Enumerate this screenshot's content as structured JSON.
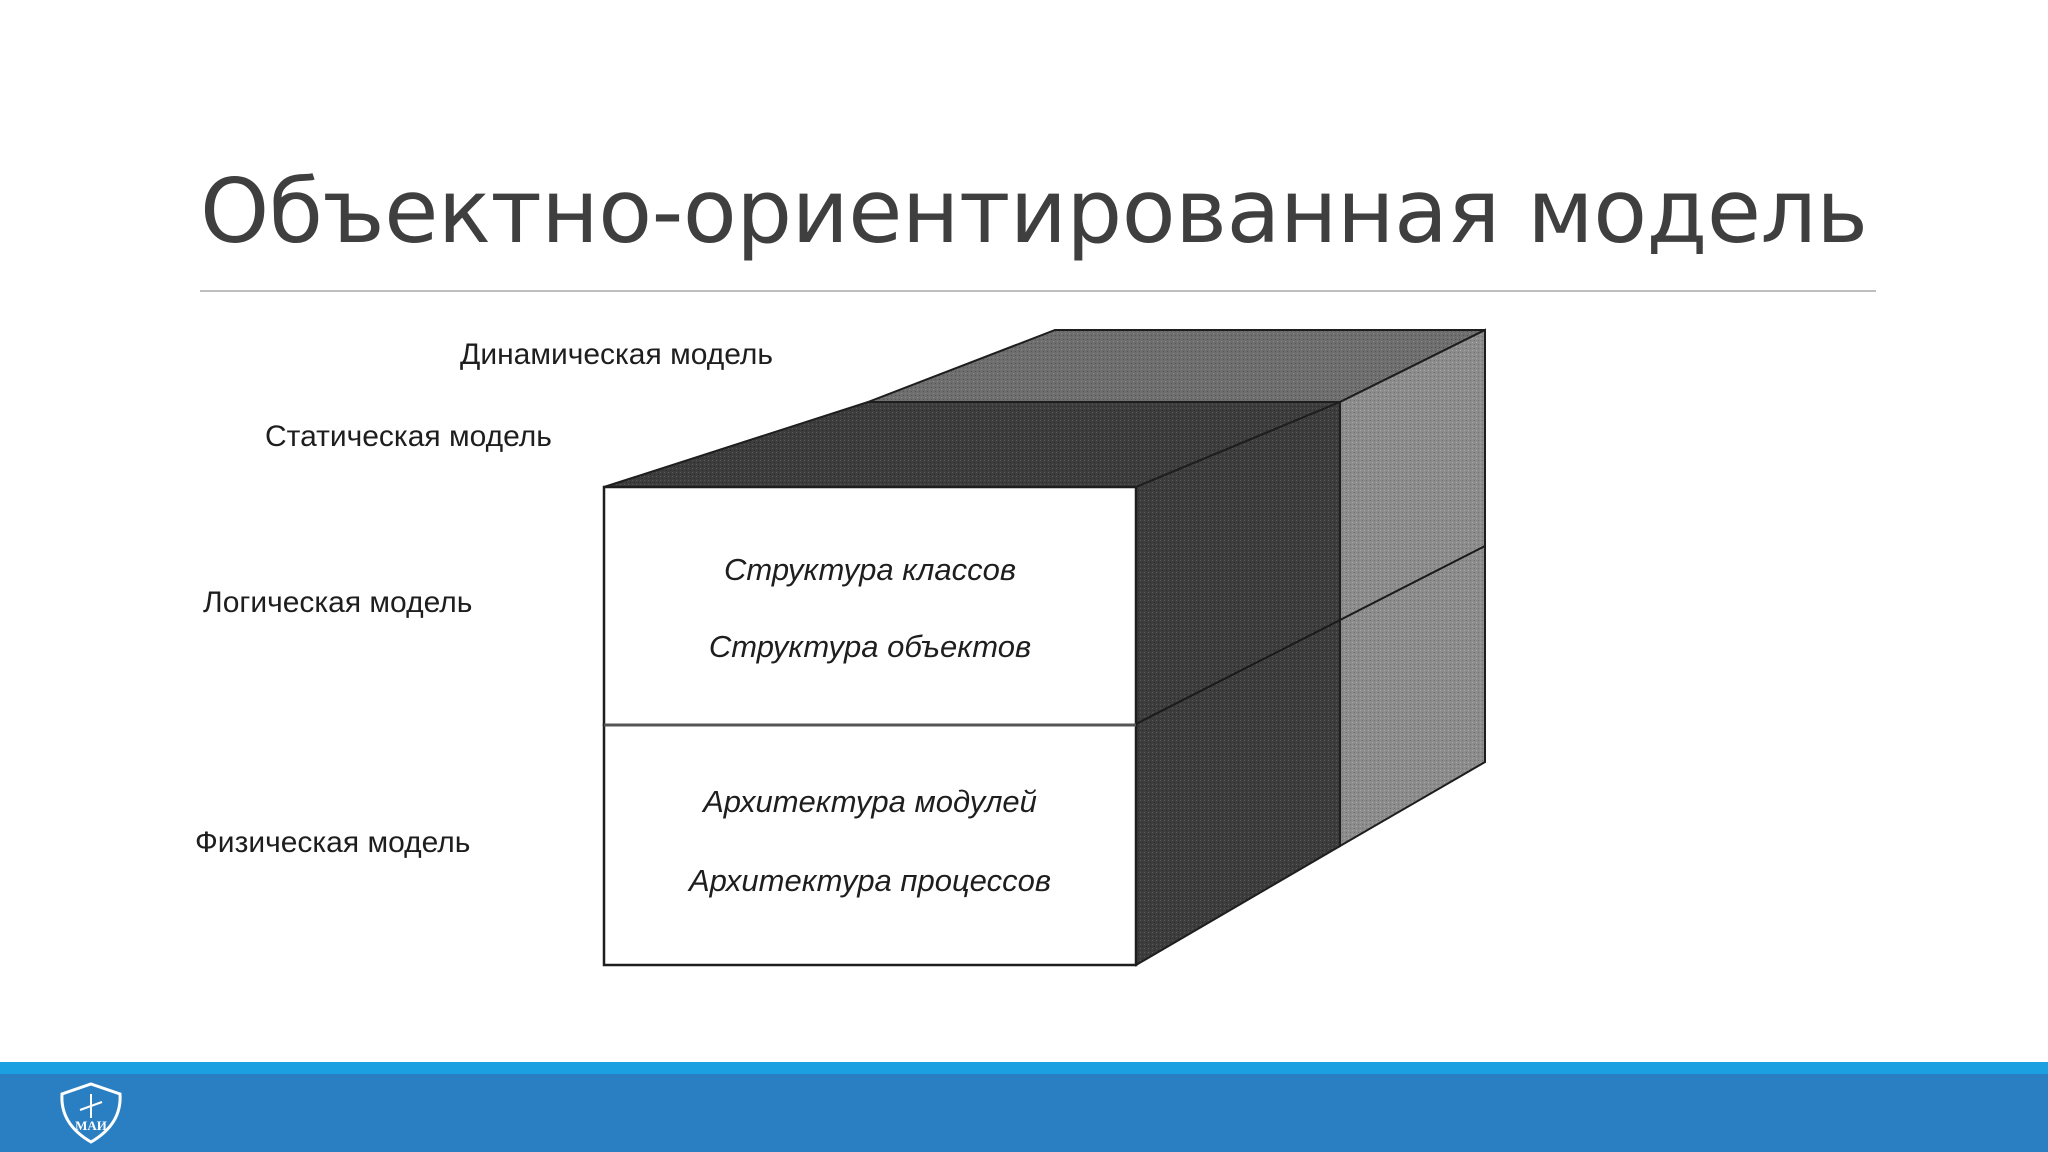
{
  "slide": {
    "title": "Объектно-ориентированная модель"
  },
  "diagram": {
    "axis_labels": {
      "dynamic": "Динамическая модель",
      "static": "Статическая модель",
      "logical": "Логическая модель",
      "physical": "Физическая модель"
    },
    "logical_face": {
      "line1": "Структура классов",
      "line2": "Структура объектов"
    },
    "physical_face": {
      "line1": "Архитектура модулей",
      "line2": "Архитектура процессов"
    }
  },
  "footer": {
    "logo_text": "МАИ",
    "colors": {
      "strip": "#1ba1e2",
      "bar": "#2a7fc2"
    }
  }
}
